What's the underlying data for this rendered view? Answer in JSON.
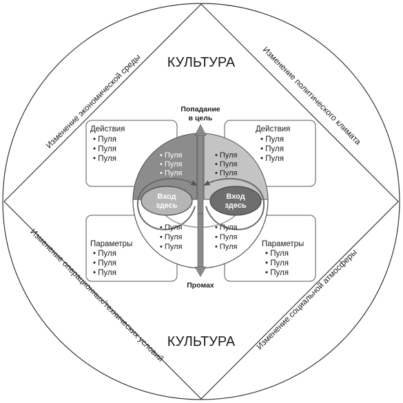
{
  "diagram": {
    "culture_top": "КУЛЬТУРА",
    "culture_bottom": "КУЛЬТУРА",
    "sides": {
      "top_left": "Изменение экономической среды",
      "top_right": "Изменение политического климата",
      "bottom_left": "Изменение операционных/технических условий",
      "bottom_right": "Изменение социальной атмосферы"
    },
    "hit": {
      "line1": "Попадание",
      "line2": "в цель"
    },
    "miss": "Промах",
    "boxes": {
      "top_left": {
        "title": "Действия",
        "items": [
          "• Пуля",
          "• Пуля",
          "• Пуля"
        ]
      },
      "top_right": {
        "title": "Действия",
        "items": [
          "• Пуля",
          "• Пуля",
          "• Пуля"
        ]
      },
      "bottom_left": {
        "title": "Параметры",
        "items": [
          "• Пуля",
          "• Пуля",
          "• Пуля"
        ]
      },
      "bottom_right": {
        "title": "Параметры",
        "items": [
          "• Пуля",
          "• Пуля",
          "• Пуля"
        ]
      }
    },
    "inner": {
      "top_left": [
        "• Пуля",
        "• Пуля",
        "• Пуля"
      ],
      "top_right": [
        "• Пуля",
        "• Пуля",
        "• Пуля"
      ],
      "bottom_left": [
        "• Пуля",
        "• Пуля",
        "• Пуля"
      ],
      "bottom_right": [
        "• Пуля",
        "• Пуля",
        "• Пуля"
      ]
    },
    "entry_left": {
      "line1": "Вход",
      "line2": "здесь"
    },
    "entry_right": {
      "line1": "Вход",
      "line2": "здесь"
    },
    "colors": {
      "dark_sector": "#8c8c8c",
      "light_sector": "#c4c4c4",
      "arrow": "#8a8a8a",
      "ellipse_left": "#b5b5b5",
      "ellipse_right": "#6e6e6e"
    }
  }
}
